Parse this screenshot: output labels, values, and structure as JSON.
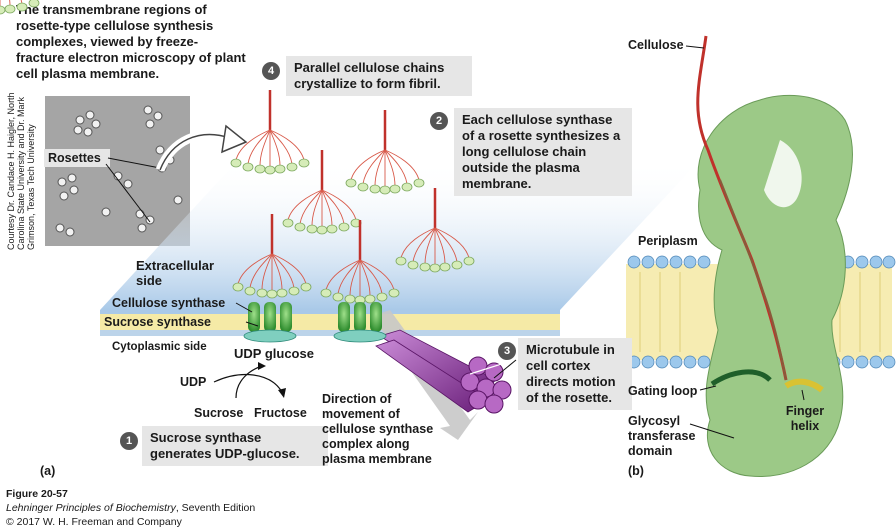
{
  "intro_text": "The transmembrane regions of rosette-type cellulose synthesis complexes, viewed by freeze-fracture electron microscopy of plant cell plasma membrane.",
  "credit": [
    "Courtesy Dr. Candace H. Haigler, North",
    "Carolina State University and Dr. Mark",
    "Grimson, Texas Tech University"
  ],
  "micrograph_label": "Rosettes",
  "steps": [
    {
      "num": "1",
      "text": "Sucrose synthase generates UDP-glucose."
    },
    {
      "num": "2",
      "text": "Each cellulose synthase of a rosette synthesizes a long cellulose chain outside the plasma membrane."
    },
    {
      "num": "3",
      "text": "Microtubule in cell cortex directs motion of the rosette."
    },
    {
      "num": "4",
      "text": "Parallel cellulose chains crystallize to form fibril."
    }
  ],
  "labels": {
    "extracellular": "Extracellular side",
    "cellulose_synthase": "Cellulose synthase",
    "sucrose_synthase": "Sucrose synthase",
    "cytoplasmic": "Cytoplasmic side",
    "udp_glucose": "UDP glucose",
    "udp": "UDP",
    "sucrose": "Sucrose",
    "fructose": "Fructose",
    "direction": "Direction of movement of cellulose synthase complex along plasma membrane"
  },
  "panel_b_labels": {
    "cellulose": "Cellulose",
    "periplasm": "Periplasm",
    "gating_loop": "Gating loop",
    "finger_helix": "Finger helix",
    "glycosyl": "Glycosyl transferase domain"
  },
  "panel_a": "(a)",
  "panel_b": "(b)",
  "footer": {
    "figure": "Figure 20-57",
    "book": "Lehninger Principles of Biochemistry",
    "edition": ", Seventh Edition",
    "copyright": "© 2017 W. H. Freeman and Company"
  },
  "colors": {
    "membrane_blue": "#bcd4ea",
    "sucrose_band": "#f5eaa6",
    "cellulose_red": "#c0312b",
    "synthase_green": "#b6d69a",
    "protein_green": "#9cc987",
    "microtubule_purple": "#8a3c9a",
    "lipid_head": "#9cc8ec"
  }
}
